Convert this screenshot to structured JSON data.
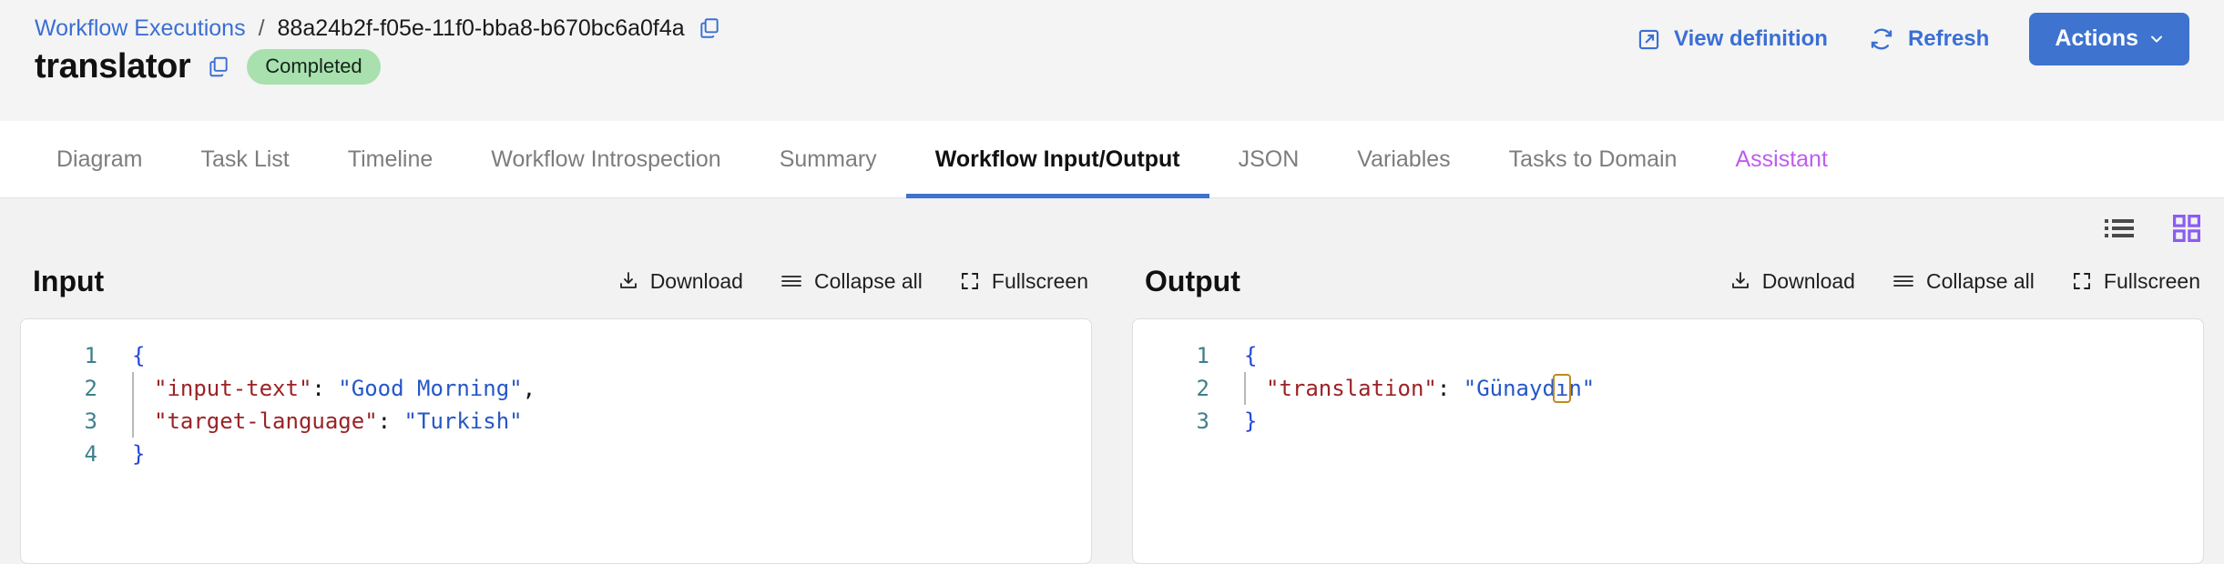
{
  "header": {
    "breadcrumb": {
      "parent_label": "Workflow Executions",
      "separator": "/",
      "execution_id": "88a24b2f-f05e-11f0-bba8-b670bc6a0f4a",
      "copy_icon": "copy-icon"
    },
    "title": "translator",
    "title_copy_icon": "copy-icon",
    "status": "Completed",
    "status_color": "#a8e0ae",
    "actions": {
      "view_definition": "View definition",
      "view_definition_icon": "external-link-icon",
      "refresh": "Refresh",
      "refresh_icon": "refresh-icon",
      "actions_button": "Actions",
      "actions_chevron_icon": "chevron-down-icon",
      "accent_color": "#3e73cf"
    }
  },
  "tabs": [
    {
      "label": "Diagram",
      "active": false
    },
    {
      "label": "Task List",
      "active": false
    },
    {
      "label": "Timeline",
      "active": false
    },
    {
      "label": "Workflow Introspection",
      "active": false
    },
    {
      "label": "Summary",
      "active": false
    },
    {
      "label": "Workflow Input/Output",
      "active": true
    },
    {
      "label": "JSON",
      "active": false
    },
    {
      "label": "Variables",
      "active": false
    },
    {
      "label": "Tasks to Domain",
      "active": false
    },
    {
      "label": "Assistant",
      "active": false,
      "highlight_color": "#c05cf0"
    }
  ],
  "view_toggle": {
    "list_icon": "list-view-icon",
    "grid_icon": "grid-view-icon",
    "active": "grid",
    "active_color": "#8b5cf6",
    "inactive_color": "#4a4a4a"
  },
  "panels": {
    "input": {
      "title": "Input",
      "tools": {
        "download": "Download",
        "download_icon": "download-icon",
        "collapse_all": "Collapse all",
        "collapse_icon": "hamburger-icon",
        "fullscreen": "Fullscreen",
        "fullscreen_icon": "fullscreen-icon"
      },
      "code_lines": [
        {
          "n": "1",
          "indent": false,
          "tokens": [
            {
              "t": "{",
              "c": "j-brace"
            }
          ]
        },
        {
          "n": "2",
          "indent": true,
          "tokens": [
            {
              "t": "\"input-text\"",
              "c": "j-key"
            },
            {
              "t": ": ",
              "c": "j-punct"
            },
            {
              "t": "\"Good Morning\"",
              "c": "j-str"
            },
            {
              "t": ",",
              "c": "j-punct"
            }
          ]
        },
        {
          "n": "3",
          "indent": true,
          "tokens": [
            {
              "t": "\"target-language\"",
              "c": "j-key"
            },
            {
              "t": ": ",
              "c": "j-punct"
            },
            {
              "t": "\"Turkish\"",
              "c": "j-str"
            }
          ]
        },
        {
          "n": "4",
          "indent": false,
          "tokens": [
            {
              "t": "}",
              "c": "j-brace"
            }
          ]
        }
      ]
    },
    "output": {
      "title": "Output",
      "tools": {
        "download": "Download",
        "download_icon": "download-icon",
        "collapse_all": "Collapse all",
        "collapse_icon": "hamburger-icon",
        "fullscreen": "Fullscreen",
        "fullscreen_icon": "fullscreen-icon"
      },
      "code_lines": [
        {
          "n": "1",
          "indent": false,
          "tokens": [
            {
              "t": "{",
              "c": "j-brace"
            }
          ]
        },
        {
          "n": "2",
          "indent": true,
          "tokens": [
            {
              "t": "\"translation\"",
              "c": "j-key"
            },
            {
              "t": ": ",
              "c": "j-punct"
            },
            {
              "t": "\"Günayd",
              "c": "j-str"
            },
            {
              "t": "ı",
              "c": "j-str",
              "hl": true
            },
            {
              "t": "n\"",
              "c": "j-str"
            }
          ]
        },
        {
          "n": "3",
          "indent": false,
          "tokens": [
            {
              "t": "}",
              "c": "j-brace"
            }
          ]
        }
      ]
    }
  }
}
